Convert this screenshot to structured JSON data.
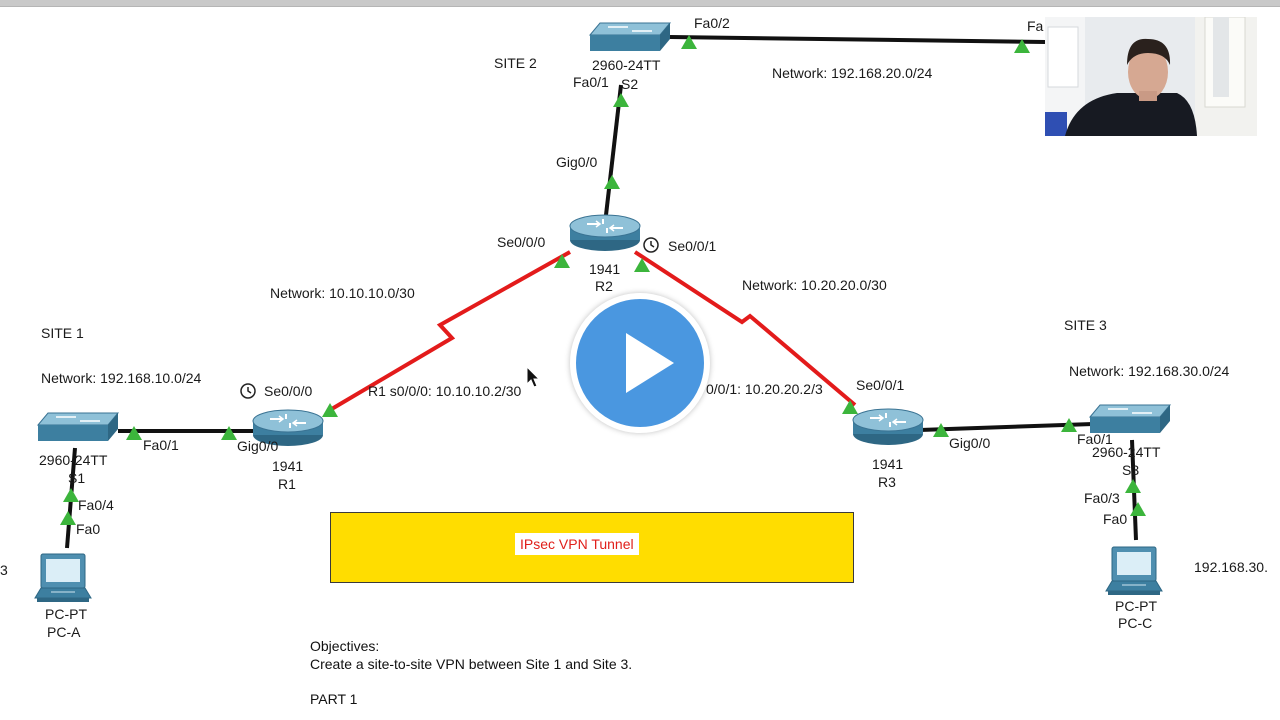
{
  "sites": {
    "site1": "SITE 1",
    "site2": "SITE 2",
    "site3": "SITE 3"
  },
  "networks": {
    "lan1": "Network: 192.168.10.0/24",
    "lan2": "Network: 192.168.20.0/24",
    "lan3": "Network: 192.168.30.0/24",
    "wan_r1_r2": "Network: 10.10.10.0/30",
    "wan_r2_r3": "Network: 10.20.20.0/30"
  },
  "devices": {
    "s1": {
      "model": "2960-24TT",
      "name": "S1"
    },
    "s2": {
      "model": "2960-24TT",
      "name": "S2"
    },
    "s3": {
      "model": "2960-24TT",
      "name": "S3"
    },
    "r1": {
      "model": "1941",
      "name": "R1"
    },
    "r2": {
      "model": "1941",
      "name": "R2"
    },
    "r3": {
      "model": "1941",
      "name": "R3"
    },
    "pca": {
      "model": "PC-PT",
      "name": "PC-A"
    },
    "pcc": {
      "model": "PC-PT",
      "name": "PC-C"
    }
  },
  "interfaces": {
    "s2_fa02": "Fa0/2",
    "s2_fa01": "Fa0/1",
    "r2_gig00": "Gig0/0",
    "r2_se000": "Se0/0/0",
    "r2_se001": "Se0/0/1",
    "r1_se000": "Se0/0/0",
    "r1_gig00": "Gig0/0",
    "s1_fa01": "Fa0/1",
    "s1_fa04": "Fa0/4",
    "pca_fa0": "Fa0",
    "r3_se001": "Se0/0/1",
    "r3_gig00": "Gig0/0",
    "s3_fa01": "Fa0/1",
    "s3_fa03": "Fa0/3",
    "pcc_fa0": "Fa0",
    "cut_fa": "Fa"
  },
  "addresses": {
    "r1_s000": "R1 s0/0/0: 10.10.10.2/30",
    "r3_s001": "0/0/1: 10.20.20.2/3",
    "pcc_ip": "192.168.30.",
    "pca_ip_cut": "3"
  },
  "tunnel": {
    "label": "IPsec VPN Tunnel"
  },
  "notes": {
    "heading": "Objectives:",
    "line1": "Create a site-to-site VPN between Site 1 and Site 3.",
    "part": "PART 1"
  },
  "colors": {
    "serial_link": "#e31b1b",
    "ethernet_link": "#111111",
    "link_up": "#3cb53c",
    "tunnel_fill": "#ffdd00",
    "tunnel_text": "#e0201b",
    "play_button": "#4a97e0",
    "device_blue": "#4f8fb0"
  },
  "icons": [
    "router-icon",
    "switch-icon",
    "pc-icon",
    "clock-icon",
    "play-icon",
    "mouse-cursor-icon"
  ]
}
